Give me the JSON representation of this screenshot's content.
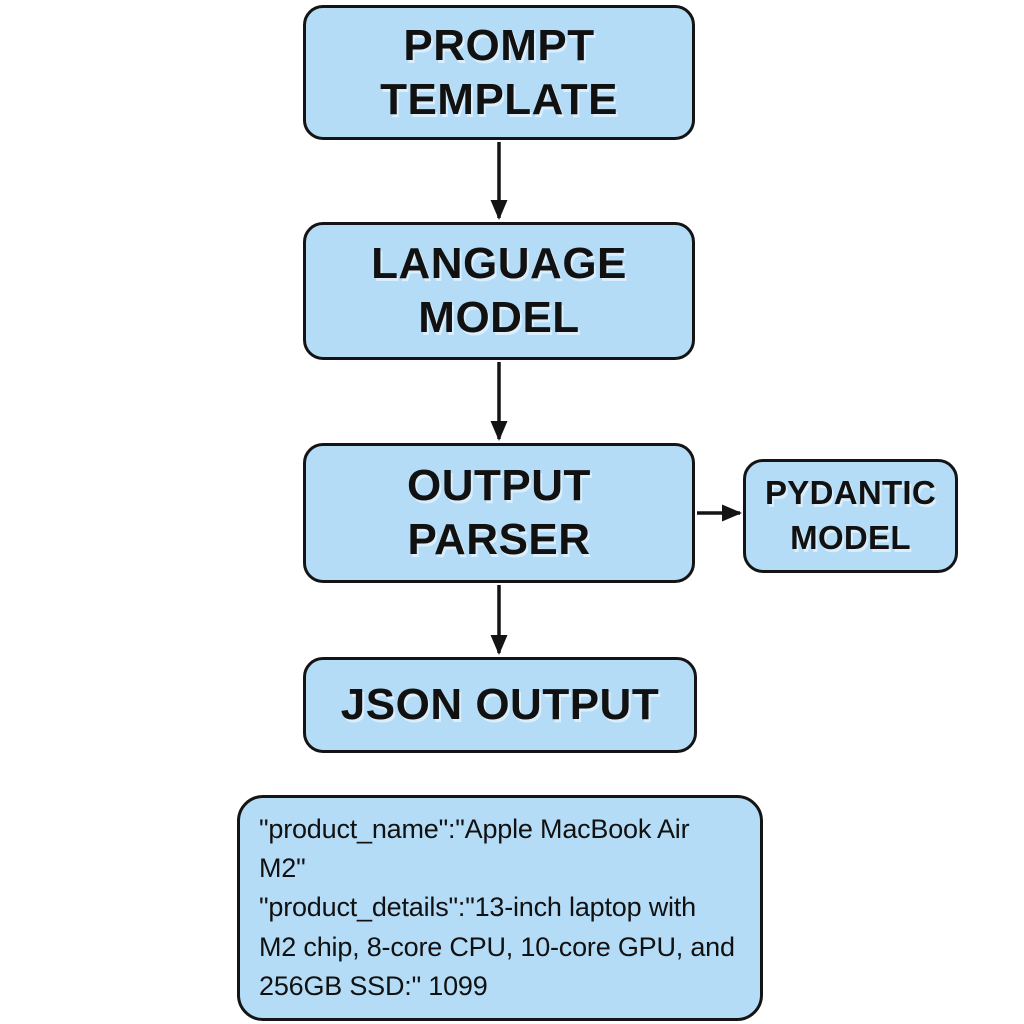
{
  "diagram": {
    "type": "flowchart",
    "background": "#ffffff",
    "node_fill": "#b5dcf7",
    "node_border": "#141414",
    "text_color": "#111111"
  },
  "nodes": {
    "prompt_template": {
      "label": "PROMPT\nTEMPLATE"
    },
    "language_model": {
      "label": "LANGUAGE\nMODEL"
    },
    "output_parser": {
      "label": "OUTPUT\nPARSER"
    },
    "pydantic_model": {
      "label": "PYDANTIC\nMODEL"
    },
    "json_output": {
      "label": "JSON OUTPUT"
    },
    "json_example": {
      "text": "\"product_name\":\"Apple MacBook Air M2\"\n\"product_details\":\"13-inch laptop with\nM2 chip, 8-core CPU, 10-core GPU, and\n256GB SSD:\" 1099"
    }
  },
  "edges": [
    {
      "from": "prompt_template",
      "to": "language_model",
      "direction": "down"
    },
    {
      "from": "language_model",
      "to": "output_parser",
      "direction": "down"
    },
    {
      "from": "output_parser",
      "to": "pydantic_model",
      "direction": "right"
    },
    {
      "from": "output_parser",
      "to": "json_output",
      "direction": "down"
    }
  ]
}
